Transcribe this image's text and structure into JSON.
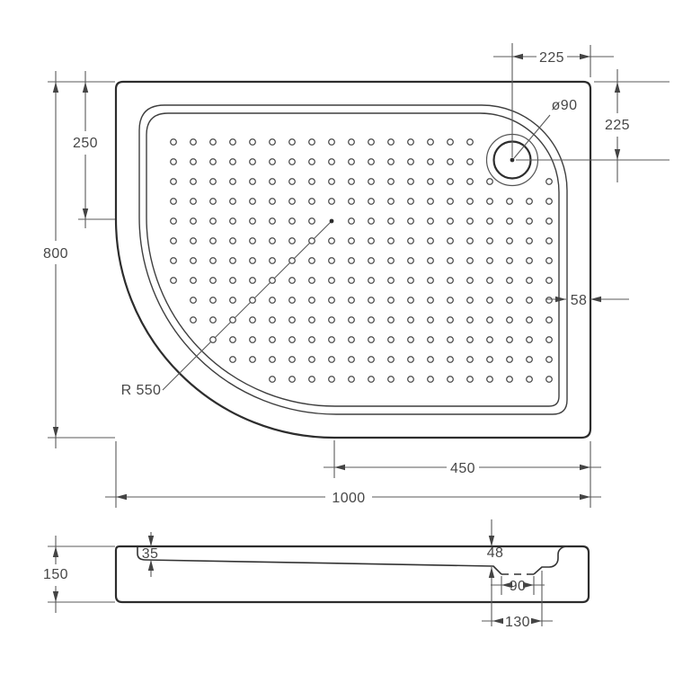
{
  "drawing": {
    "type": "shower-tray technical dimension drawing",
    "colors": {
      "outline": "#2d2d2d",
      "inner_line": "#3f3f3f",
      "dimension": "#5a5a5a",
      "text": "#474747",
      "background": "#ffffff"
    },
    "plan_view": {
      "dim_width": "1000",
      "dim_height": "800",
      "dim_top_left_straight": "250",
      "dim_bottom_right_straight": "450",
      "dim_drain_offset_x": "225",
      "dim_drain_offset_y": "225",
      "drain_diameter_label": "ø90",
      "dim_rim_width": "58",
      "corner_radius_label": "R 550"
    },
    "side_view": {
      "dim_height": "150",
      "dim_lip_depth": "35",
      "dim_drain_depth": "48",
      "dim_recess_bottom_width": "90",
      "dim_recess_top_width": "130"
    }
  }
}
